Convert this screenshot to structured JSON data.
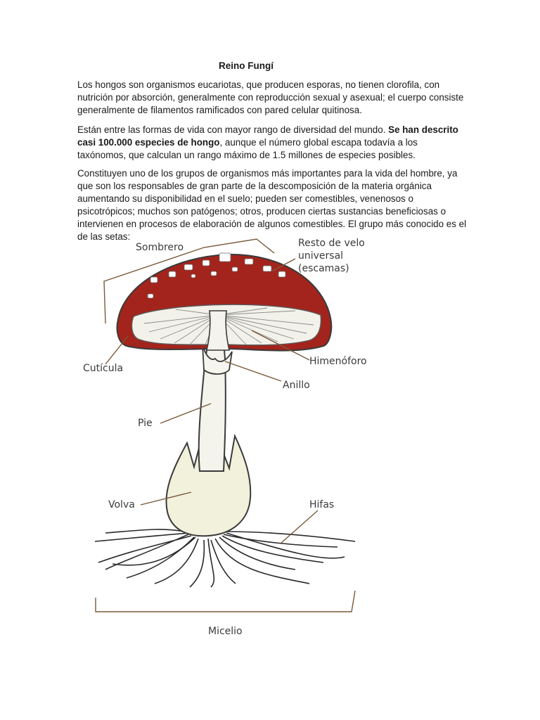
{
  "document": {
    "title": "Reino Fungí",
    "p1": "Los hongos son organismos eucariotas, que producen esporas, no tienen clorofila, con nutrición por absorción, generalmente con reproducción sexual y asexual; el cuerpo consiste generalmente de filamentos ramificados con pared celular quitinosa.",
    "p2_start": "Están entre las formas de vida con mayor rango de diversidad del mundo. ",
    "p2_bold": "Se han descrito casi 100.000 especies de hongo",
    "p2_end": ", aunque el número global escapa todavía a los taxónomos, que calculan un rango máximo de 1.5 millones de especies posibles.",
    "p3": "Constituyen uno de los grupos de organismos más importantes para la vida del hombre, ya que son los responsables de gran parte de la descomposición de la materia orgánica aumentando su disponibilidad en el suelo; pueden ser comestibles, venenosos o psicotrópicos; muchos son patógenos; otros, producen ciertas sustancias beneficiosas o intervienen en procesos de elaboración de algunos comestibles. El grupo más conocido es el de las setas:"
  },
  "diagram": {
    "labels": {
      "sombrero": "Sombrero",
      "resto_1": "Resto de velo",
      "resto_2": "universal",
      "resto_3": "(escamas)",
      "cuticula": "Cutícula",
      "himenoforo": "Himenóforo",
      "anillo": "Anillo",
      "pie": "Pie",
      "volva": "Volva",
      "hifas": "Hifas",
      "micelio": "Micelio"
    },
    "colors": {
      "cap": "#a3241c",
      "gills": "#f2f2ea",
      "stem": "#f4f4ec",
      "volva": "#f1f1dc",
      "line": "#5a4a3a"
    }
  }
}
